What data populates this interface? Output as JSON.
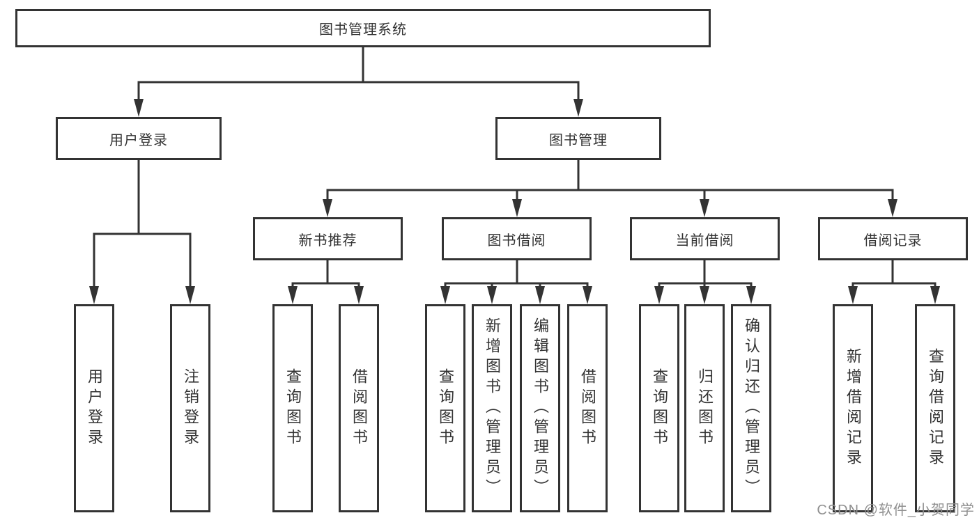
{
  "colors": {
    "line": "#333333",
    "text": "#333333",
    "background": "#ffffff",
    "watermark": "#8f8f8f"
  },
  "tree": {
    "label": "图书管理系统",
    "children": [
      {
        "label": "用户登录",
        "children": [
          {
            "label": "用户登录"
          },
          {
            "label": "注销登录"
          }
        ]
      },
      {
        "label": "图书管理",
        "children": [
          {
            "label": "新书推荐",
            "children": [
              {
                "label": "查询图书"
              },
              {
                "label": "借阅图书"
              }
            ]
          },
          {
            "label": "图书借阅",
            "children": [
              {
                "label": "查询图书"
              },
              {
                "label": "新增图书（管理员）"
              },
              {
                "label": "编辑图书（管理员）"
              },
              {
                "label": "借阅图书"
              }
            ]
          },
          {
            "label": "当前借阅",
            "children": [
              {
                "label": "查询图书"
              },
              {
                "label": "归还图书"
              },
              {
                "label": "确认归还（管理员）"
              }
            ]
          },
          {
            "label": "借阅记录",
            "children": [
              {
                "label": "新增借阅记录"
              },
              {
                "label": "查询借阅记录"
              }
            ]
          }
        ]
      }
    ]
  },
  "watermark": {
    "text": "CSDN @软件_小贺同学"
  }
}
